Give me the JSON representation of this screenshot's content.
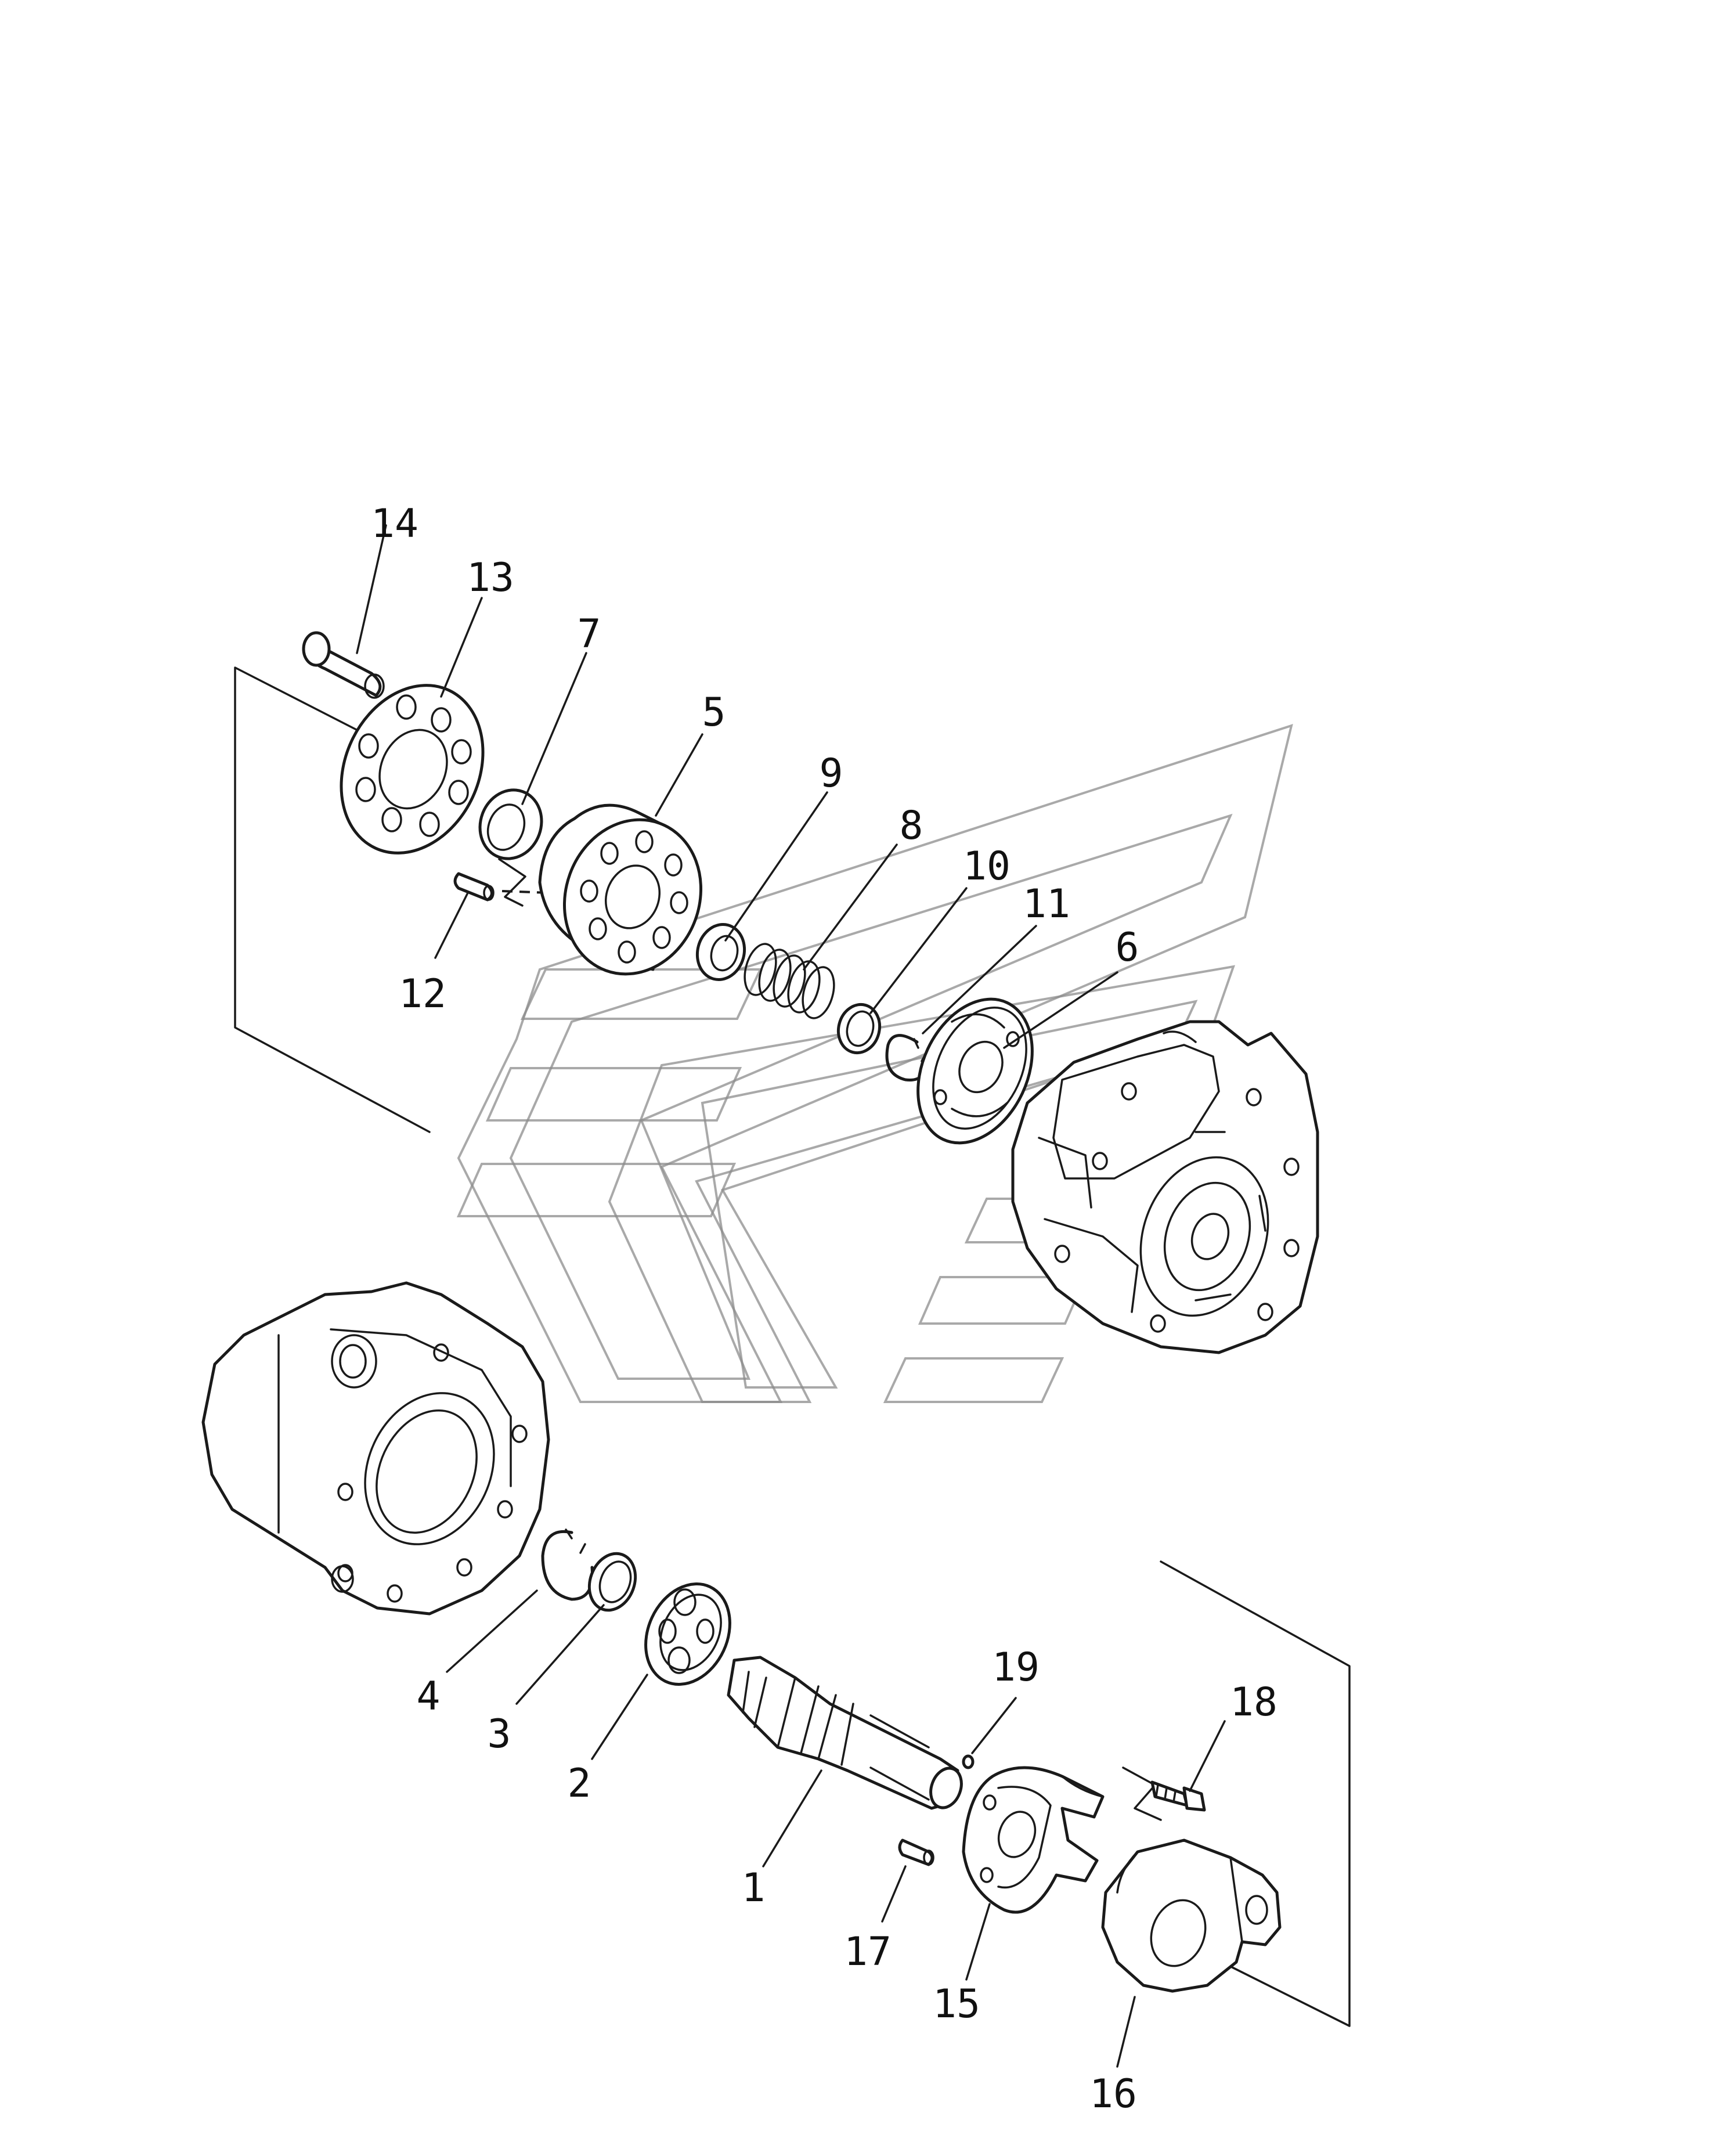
{
  "labels": {
    "p1": "1",
    "p2": "2",
    "p3": "3",
    "p4": "4",
    "p5": "5",
    "p6": "6",
    "p7": "7",
    "p8": "8",
    "p9": "9",
    "p10": "10",
    "p11": "11",
    "p12": "12",
    "p13": "13",
    "p14": "14",
    "p15": "15",
    "p16": "16",
    "p17": "17",
    "p18": "18",
    "p19": "19"
  },
  "watermark": {
    "kind": "logo",
    "color": "#8c8c8c"
  },
  "line_color": "#1a1a1a"
}
